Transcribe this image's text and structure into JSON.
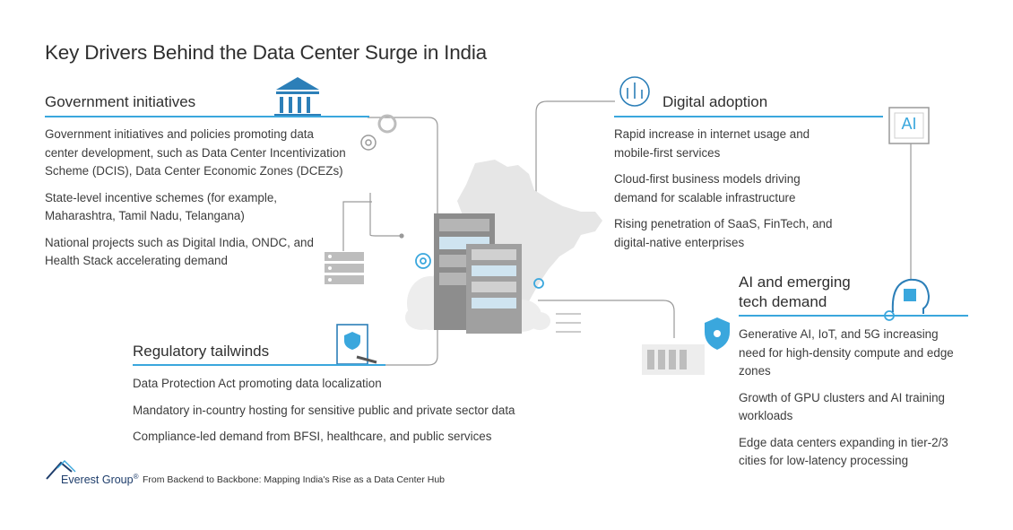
{
  "title": "Key Drivers Behind the Data Center Surge in India",
  "sections": {
    "government": {
      "title": "Government initiatives",
      "bullets": [
        "Government initiatives and policies promoting data center development, such as Data Center Incentivization Scheme (DCIS), Data Center Economic Zones (DCEZs)",
        "State-level incentive schemes (for example, Maharashtra, Tamil Nadu, Telangana)",
        "National projects such as Digital India, ONDC, and Health Stack accelerating demand"
      ]
    },
    "digital": {
      "title": "Digital adoption",
      "bullets": [
        "Rapid increase in internet usage and mobile-first services",
        "Cloud-first business models driving demand for scalable infrastructure",
        "Rising penetration of SaaS, FinTech, and digital-native enterprises"
      ]
    },
    "ai": {
      "title_line1": "AI and emerging",
      "title_line2": "tech demand",
      "icon_label": "AI",
      "bullets": [
        "Generative AI, IoT, and 5G increasing need for high-density compute and edge zones",
        "Growth of GPU clusters and AI training workloads",
        "Edge data centers expanding in tier-2/3 cities for low-latency processing"
      ]
    },
    "regulatory": {
      "title": "Regulatory tailwinds",
      "bullets": [
        "Data Protection Act promoting data localization",
        "Mandatory in-country hosting for sensitive public and private sector data",
        "Compliance-led demand from BFSI, healthcare, and public services"
      ]
    }
  },
  "footer": {
    "brand": "Everest Group",
    "brand_mark": "®",
    "caption": "From Backend to Backbone: Mapping India's Rise as a Data Center Hub"
  },
  "colors": {
    "accent": "#3aa7dd",
    "grey": "#b8b8b8",
    "dark": "#2f2f2f"
  }
}
